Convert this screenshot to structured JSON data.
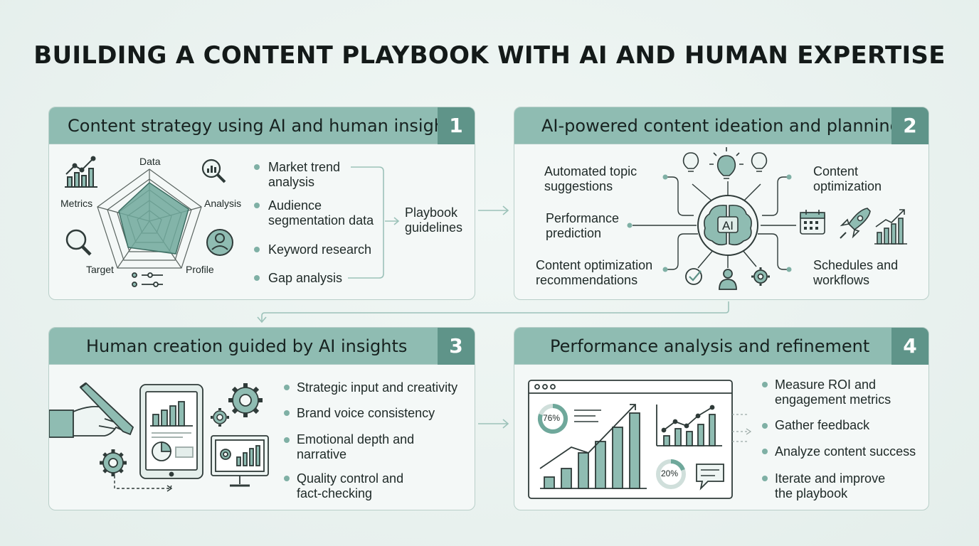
{
  "title": "BUILDING A CONTENT PLAYBOOK WITH AI AND HUMAN EXPERTISE",
  "colors": {
    "accent": "#8fbcb2",
    "accent_dark": "#5f9489",
    "stroke": "#2f3b39"
  },
  "card1": {
    "title": "Content strategy using AI and human insights",
    "number": "1",
    "radar_labels": {
      "data": "Data",
      "analysis": "Analysis",
      "profile": "Profile",
      "target": "Target",
      "metrics": "Metrics"
    },
    "items": [
      "Market trend\nanalysis",
      "Audience\nsegmentation data",
      "Keyword research",
      "Gap analysis"
    ],
    "result": "Playbook\nguidelines"
  },
  "card2": {
    "title": "AI-powered content ideation and planning",
    "number": "2",
    "hub_label": "AI",
    "left_items": [
      "Automated topic\nsuggestions",
      "Performance\nprediction",
      "Content optimization\nrecommendations"
    ],
    "right_items": [
      "Content\noptimization",
      "Schedules and\nworkflows"
    ]
  },
  "card3": {
    "title": "Human creation guided by AI insights",
    "number": "3",
    "items": [
      "Strategic input and creativity",
      "Brand voice consistency",
      "Emotional depth and\nnarrative",
      "Quality control and\nfact-checking"
    ]
  },
  "card4": {
    "title": "Performance analysis and refinement",
    "number": "4",
    "gauge1": "76%",
    "gauge2": "20%",
    "items": [
      "Measure ROI and\nengagement metrics",
      "Gather feedback",
      "Analyze content success",
      "Iterate and improve\nthe playbook"
    ]
  }
}
